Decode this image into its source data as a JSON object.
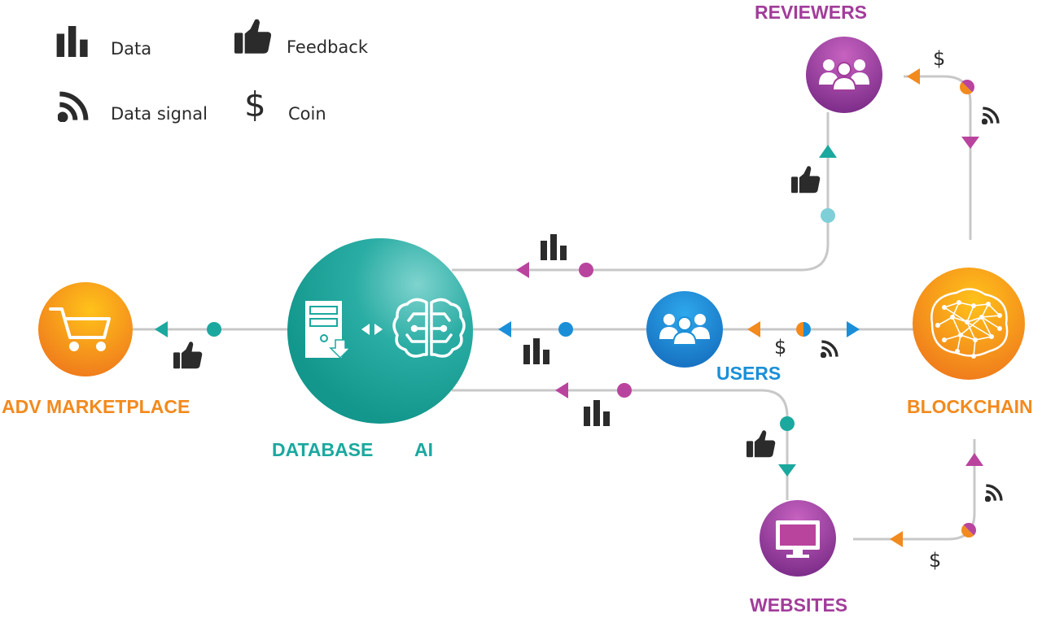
{
  "legend": {
    "data": "Data",
    "feedback": "Feedback",
    "data_signal": "Data signal",
    "coin": "Coin",
    "coin_symbol": "$"
  },
  "nodes": {
    "adv_marketplace": "ADV MARKETPLACE",
    "database": "DATABASE",
    "ai": "AI",
    "users": "USERS",
    "reviewers": "REVIEWERS",
    "websites": "WEBSITES",
    "blockchain": "BLOCKCHAIN"
  },
  "colors": {
    "orange": "#f28a1e",
    "teal": "#1ba89e",
    "blue": "#1a8fd8",
    "purple": "#a23c9a",
    "magenta": "#b9449e",
    "line": "#c8c8c8",
    "icon": "#2b2b2b"
  },
  "icons": [
    "bar-chart-icon",
    "thumbs-up-icon",
    "rss-icon",
    "dollar-icon",
    "shopping-cart-icon",
    "server-icon",
    "brain-icon",
    "people-icon",
    "monitor-icon",
    "network-brain-icon"
  ]
}
